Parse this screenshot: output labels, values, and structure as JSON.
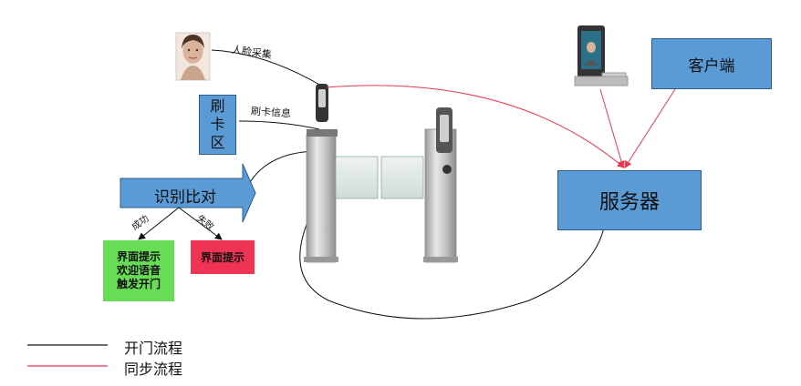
{
  "labels": {
    "face_capture": "人脸采集",
    "card_reading": "刷卡信息",
    "success": "成功",
    "failure": "失败"
  },
  "boxes": {
    "card_area": "刷\n卡\n区",
    "recognition": "识别比对",
    "server": "服务器",
    "client": "客户端",
    "success_result": "界面提示\n欢迎语音\n触发开门",
    "failure_result": "界面提示"
  },
  "legend": [
    {
      "label": "开门流程",
      "color": "#000000"
    },
    {
      "label": "同步流程",
      "color": "#e8384f"
    }
  ],
  "colors": {
    "box_blue": "#5b9bd5",
    "success_green": "#66dd55",
    "failure_red": "#ee3355",
    "sync_red": "#e8384f"
  }
}
